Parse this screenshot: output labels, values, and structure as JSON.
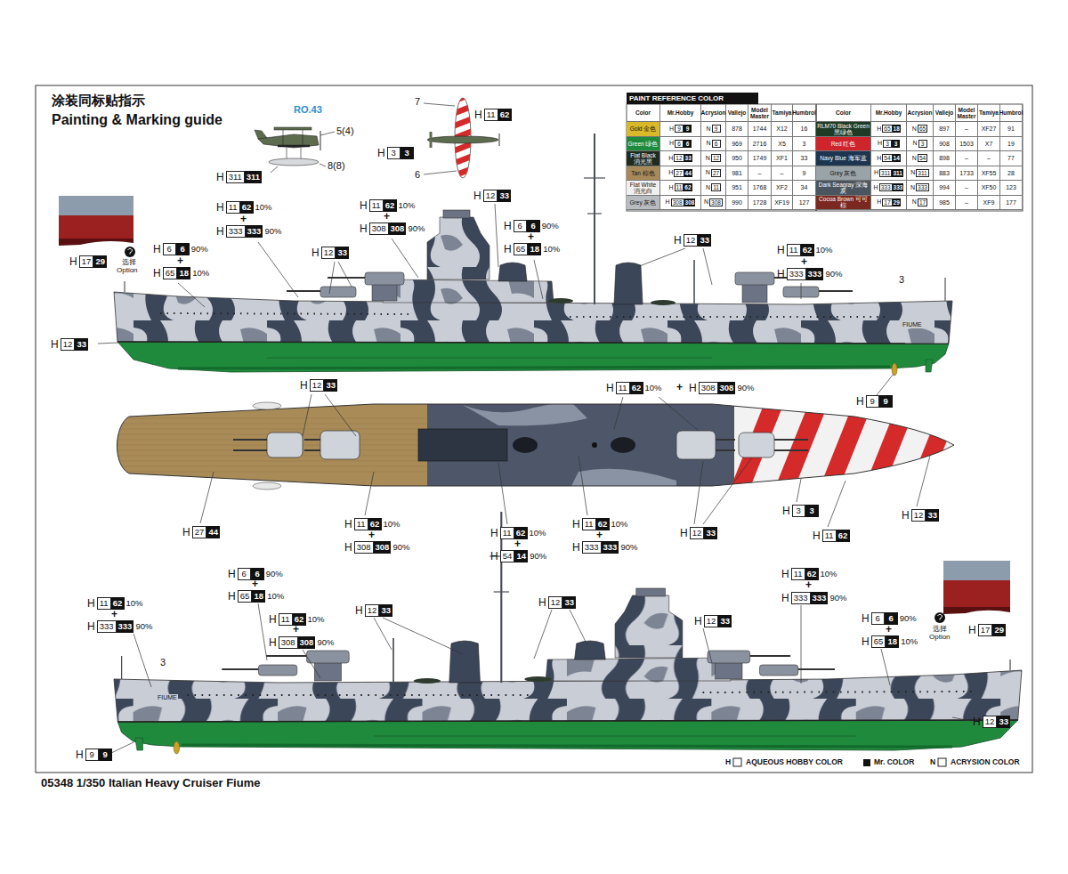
{
  "diagram": {
    "title": "Painting & Marking guide",
    "caption": "05348 1/350 Italian Heavy Cruiser Fiume",
    "labels": [
      "涂装同标贴指示",
      "RO.43",
      "7",
      "H",
      "11",
      "62",
      "5(4)",
      "H",
      "3",
      "3",
      "8(8)",
      "6",
      "H",
      "311",
      "311",
      "PAINT REFERENCE COLOR",
      "Color",
      "Mr.Hobby",
      "Acrysion",
      "Vallejo",
      "Model Master",
      "Tamiya",
      "Humbrol",
      "Color",
      "Mr.Hobby",
      "Acrysion",
      "Vallejo",
      "Model Master",
      "Tamiya",
      "Humbrol",
      "H",
      "9",
      "9",
      "N",
      "9",
      "878",
      "1744",
      "X12",
      "16",
      "H",
      "65",
      "18",
      "N",
      "65",
      "897",
      "–",
      "XF27",
      "91",
      "H",
      "6",
      "6",
      "N",
      "6",
      "969",
      "2716",
      "X5",
      "3",
      "H",
      "3",
      "3",
      "N",
      "3",
      "908",
      "1503",
      "X7",
      "19",
      "H",
      "12",
      "33",
      "N",
      "12",
      "950",
      "1749",
      "XF1",
      "33",
      "H",
      "54",
      "14",
      "N",
      "54",
      "898",
      "–",
      "–",
      "77",
      "H",
      "27",
      "44",
      "N",
      "27",
      "981",
      "–",
      "–",
      "9",
      "H",
      "311",
      "311",
      "N",
      "311",
      "883",
      "1733",
      "XF55",
      "28",
      "H",
      "11",
      "62",
      "N",
      "11",
      "951",
      "1768",
      "XF2",
      "34",
      "H",
      "333",
      "333",
      "N",
      "333",
      "994",
      "–",
      "XF50",
      "123",
      "H",
      "308",
      "308",
      "N",
      "308",
      "990",
      "1728",
      "XF19",
      "127",
      "H",
      "17",
      "29",
      "N",
      "17",
      "985",
      "–",
      "XF9",
      "177",
      "H",
      "11",
      "62",
      "10%",
      "+",
      "H",
      "333",
      "333",
      "90%",
      "H",
      "6",
      "6",
      "90%",
      "+",
      "H",
      "65",
      "18",
      "10%",
      "选择",
      "Option",
      "H",
      "17",
      "29",
      "H",
      "12",
      "33",
      "H",
      "11",
      "62",
      "10%",
      "+",
      "H",
      "308",
      "308",
      "90%",
      "H",
      "12",
      "33",
      "H",
      "6",
      "6",
      "90%",
      "+",
      "H",
      "65",
      "18",
      "10%",
      "H",
      "12",
      "33",
      "H",
      "11",
      "62",
      "10%",
      "+",
      "H",
      "333",
      "333",
      "90%",
      "3",
      "FIUME",
      "H",
      "12",
      "33",
      "H",
      "9",
      "9",
      "H",
      "12",
      "33",
      "H",
      "11",
      "62",
      "10%",
      "+",
      "H",
      "308",
      "308",
      "90%",
      "H",
      "27",
      "44",
      "H",
      "11",
      "62",
      "10%",
      "+",
      "H",
      "308",
      "308",
      "90%",
      "H",
      "11",
      "62",
      "10%",
      "+",
      "H",
      "54",
      "14",
      "90%",
      "H",
      "11",
      "62",
      "10%",
      "+",
      "H",
      "333",
      "333",
      "90%",
      "H",
      "12",
      "33",
      "H",
      "3",
      "3",
      "H",
      "11",
      "62",
      "H",
      "12",
      "33",
      "H",
      "6",
      "6",
      "90%",
      "+",
      "H",
      "65",
      "18",
      "10%",
      "H",
      "11",
      "62",
      "10%",
      "+",
      "H",
      "333",
      "333",
      "90%",
      "H",
      "11",
      "62",
      "10%",
      "+",
      "H",
      "308",
      "308",
      "90%",
      "H",
      "12",
      "33",
      "H",
      "12",
      "33",
      "H",
      "12",
      "33",
      "H",
      "11",
      "62",
      "10%",
      "+",
      "H",
      "333",
      "333",
      "90%",
      "H",
      "6",
      "6",
      "90%",
      "+",
      "H",
      "65",
      "18",
      "10%",
      "选择",
      "Option",
      "H",
      "17",
      "29",
      "3",
      "FIUME",
      "H",
      "12",
      "33",
      "H",
      "9",
      "9",
      "H",
      "AQUEOUS HOBBY COLOR",
      "Mr. COLOR",
      "N",
      "ACRYSION COLOR"
    ],
    "legend": [
      {
        "text": "Gold 金色",
        "color": "#d9b92a"
      },
      {
        "text": "RLM70 Black Green 黑绿色",
        "color": "#1e3b26"
      },
      {
        "text": "Green 绿色",
        "color": "#1e8a3c"
      },
      {
        "text": "Red 红色",
        "color": "#d0242c"
      },
      {
        "text": "Flat Black 消光黑",
        "color": "#1f2b1f"
      },
      {
        "text": "Navy Blue 海军蓝",
        "color": "#1e3550"
      },
      {
        "text": "Tan 棕色",
        "color": "#a8895a"
      },
      {
        "text": "Grey 灰色",
        "color": "#9aa3a8"
      },
      {
        "text": "Flat White 消光白",
        "color": "#f0f0f0"
      },
      {
        "text": "Dark Seagray 深海灰",
        "color": "#4a5560"
      },
      {
        "text": "Grey 灰色",
        "color": "#b8bcc0"
      },
      {
        "text": "Cocoa Brown 可可棕",
        "color": "#7a2820"
      }
    ]
  }
}
